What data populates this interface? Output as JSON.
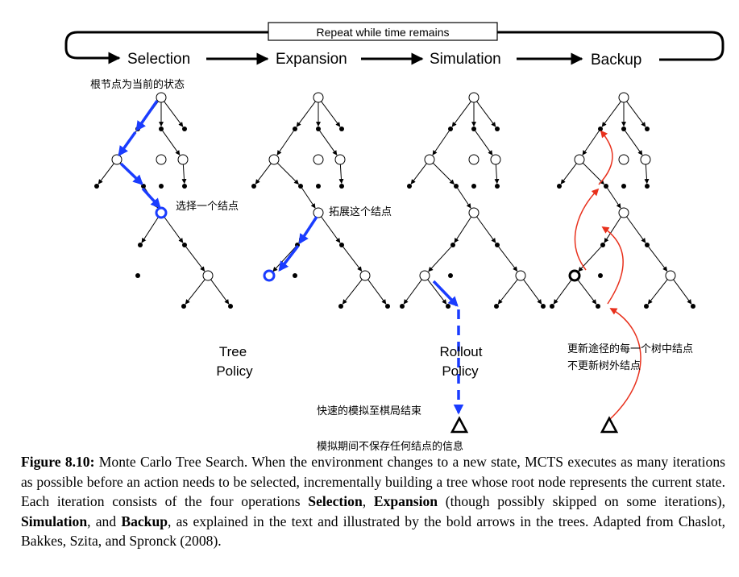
{
  "loop_label": "Repeat while time remains",
  "stages": [
    "Selection",
    "Expansion",
    "Simulation",
    "Backup"
  ],
  "tree_policy": [
    "Tree",
    "Policy"
  ],
  "rollout_policy": [
    "Rollout",
    "Policy"
  ],
  "annotations": {
    "root_state": "根节点为当前的状态",
    "select_node": "选择一个结点",
    "expand_node": "拓展这个结点",
    "fast_simulation": "快速的模拟至棋局结束",
    "no_save": "模拟期间不保存任何结点的信息",
    "backup_line1": "更新途径的每一个树中结点",
    "backup_line2": "不更新树外结点"
  },
  "caption": {
    "figure_label": "Figure 8.10:",
    "sentence1": "Monte Carlo Tree Search. When the environment changes to a new state, MCTS executes as many iterations as possible before an action needs to be selected, incrementally building a tree whose root node represents the current state. Each iteration consists of the four operations",
    "op_selection": "Selection",
    "sep1": ",",
    "op_expansion": "Expansion",
    "mid": "(though possibly skipped on some iterations),",
    "op_simulation": "Simulation",
    "sep2": ", and",
    "op_backup": "Backup",
    "tail": ", as explained in the text and illustrated by the bold arrows in the trees. Adapted from Chaslot, Bakkes, Szita, and Spronck (2008)."
  },
  "colors": {
    "highlight": "#1a3cff",
    "backup": "#e8301c",
    "ink": "#000000"
  }
}
